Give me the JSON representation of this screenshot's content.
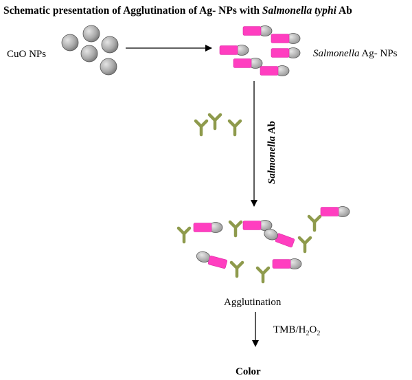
{
  "title": {
    "part1": "Schematic presentation of Agglutination of  Ag- NPs with ",
    "part2": "Salmonella typhi",
    "part3": " Ab"
  },
  "labels": {
    "cuo": "CuO NPs",
    "salmonella_ag_italic": "Salmonella",
    "salmonella_ag_rest": " Ag- NPs",
    "antibody_italic": "Salmonella",
    "antibody_rest": " Ab",
    "agglutination": "Agglutination",
    "tmb_main": "TMB/H",
    "tmb_sub1": "2",
    "tmb_mid": "O",
    "tmb_sub2": "2",
    "color": "Color"
  },
  "colors": {
    "nanoparticle": "#a9a9a9",
    "antigen": "#ff3ec0",
    "antibody": "#8e9a4c",
    "arrow": "#000000"
  },
  "icons": {
    "nanoparticle": "grey-sphere",
    "antigen": "magenta-rectangle",
    "antibody": "y-shaped-antibody"
  }
}
